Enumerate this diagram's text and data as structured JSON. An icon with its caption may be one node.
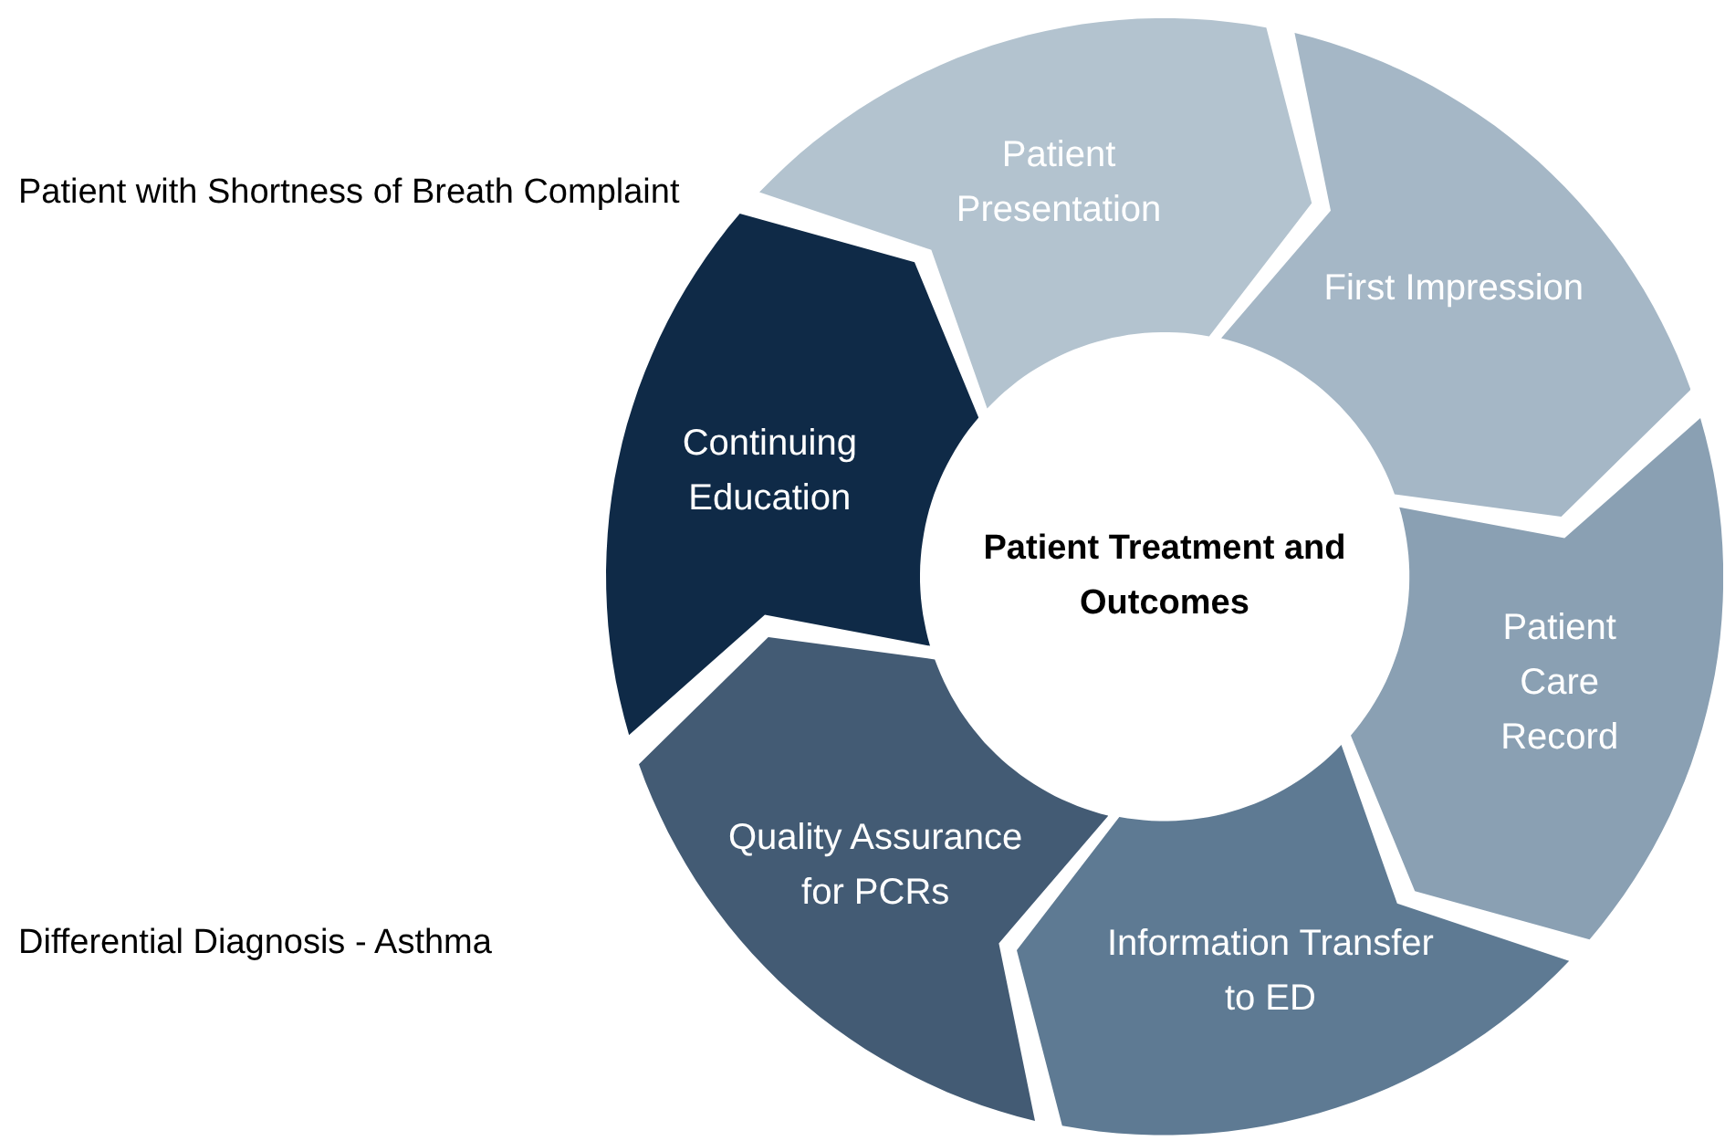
{
  "diagram": {
    "nodes": [
      {
        "text": [
          "Patient Treatment and Outcomes"
        ]
      },
      {
        "text": [
          "Patient Presentation"
        ]
      },
      {
        "text": [
          "First Impression"
        ]
      },
      {
        "text": [
          "Patient Care Record"
        ]
      },
      {
        "text": [
          "Information Transfer to ED"
        ]
      },
      {
        "text": [
          "Quality Assurance for PCRs"
        ]
      },
      {
        "text": [
          "Continuing Education"
        ]
      }
    ],
    "labels": [
      "Patient with Shortness of Breath Complaint",
      "Differential Diagnosis - Asthma"
    ]
  }
}
